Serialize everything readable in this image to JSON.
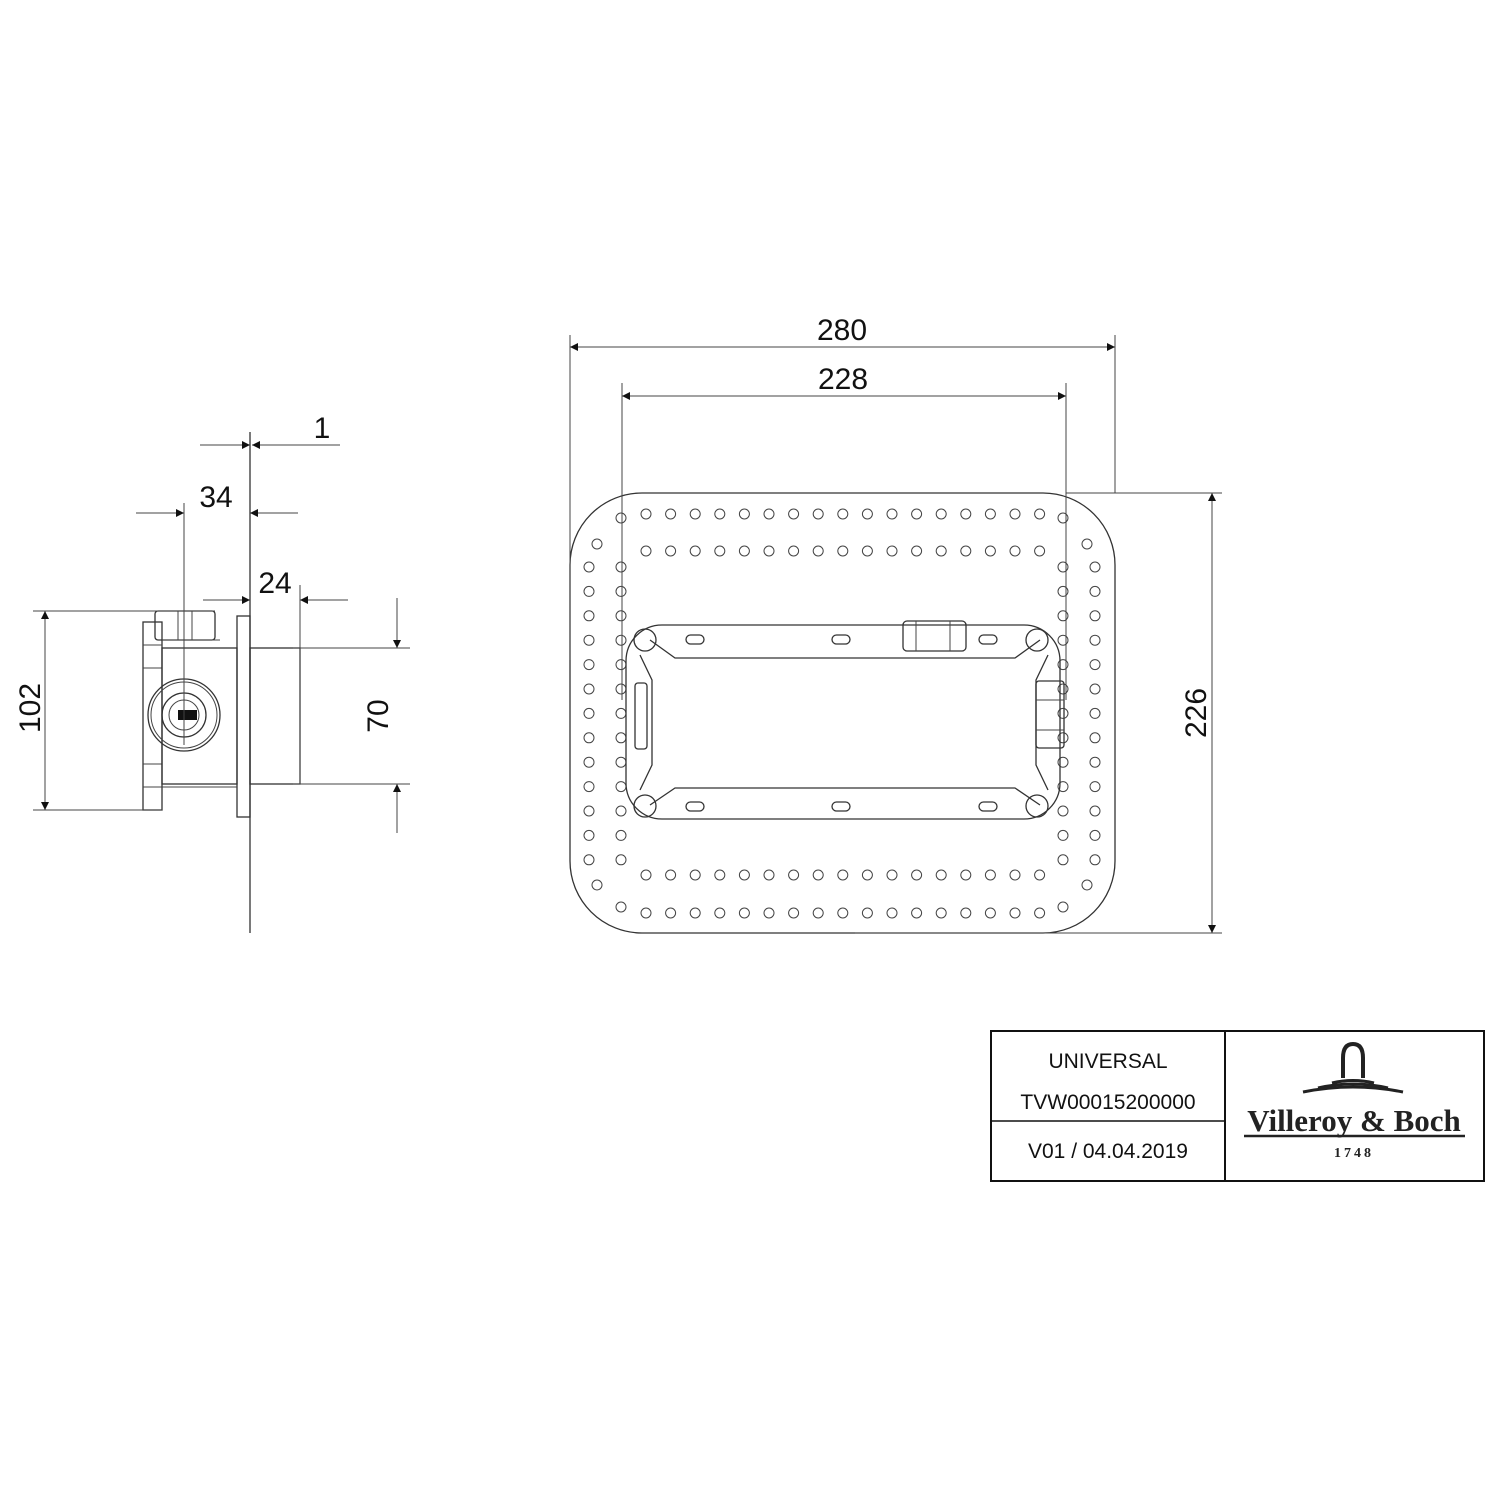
{
  "side_view": {
    "dim_plate_thickness": "1",
    "dim_center_depth": "34",
    "dim_body_depth": "24",
    "dim_height": "102",
    "dim_body_height": "70"
  },
  "front_view": {
    "dim_outer_width": "280",
    "dim_inner_width": "228",
    "dim_height": "226"
  },
  "title_block": {
    "name": "UNIVERSAL",
    "article_number": "TVW00015200000",
    "version_date": "V01 / 04.04.2019",
    "brand": "Villeroy & Boch",
    "brand_year": "1748"
  },
  "colors": {
    "line": "#333333",
    "background": "#ffffff"
  }
}
